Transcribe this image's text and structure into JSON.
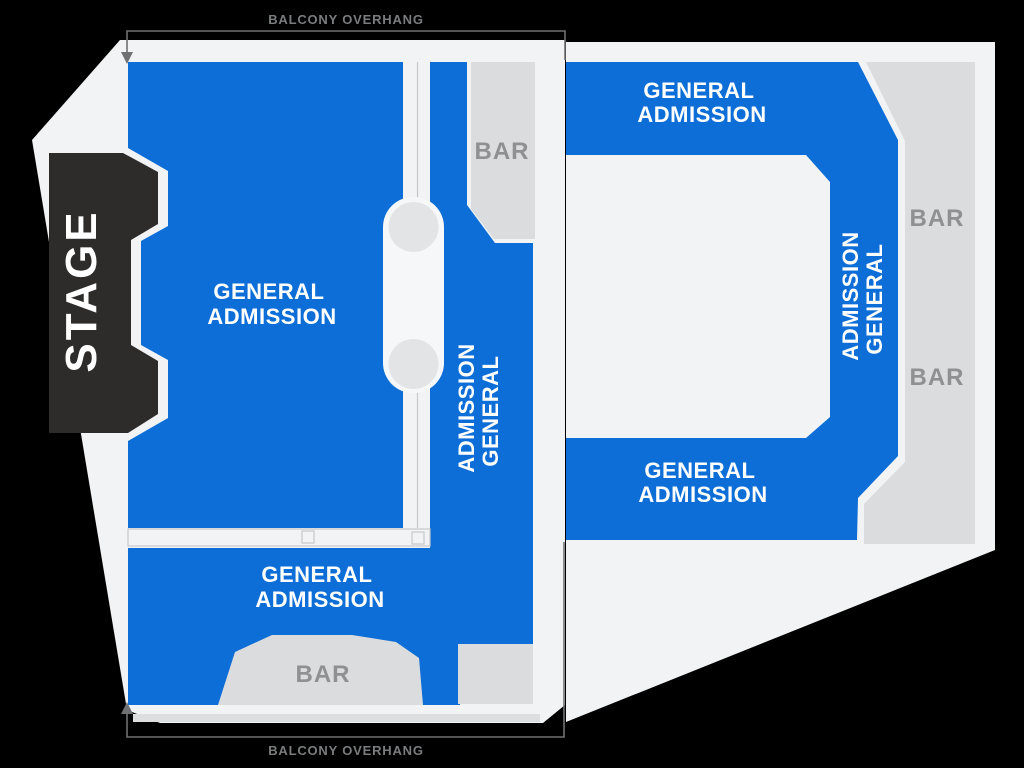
{
  "colors": {
    "background": "#000000",
    "floor": "#f2f3f4",
    "section_blue": "#0d6ed8",
    "bar_gray": "#dbdcdd",
    "stage_black": "#2d2c2b",
    "column_gray": "#e3e4e5",
    "capsule_white": "#f6f7f8",
    "label_white": "#ffffff",
    "bar_label_gray": "#8e9092",
    "annotation_gray": "#7a7c7e",
    "bracket_gray": "#6f7173"
  },
  "stage": {
    "label": "STAGE"
  },
  "sections": {
    "main_floor": {
      "line1": "GENERAL",
      "line2": "ADMISSION"
    },
    "center_strip": {
      "line1": "GENERAL",
      "line2": "ADMISSION"
    },
    "lower_floor": {
      "line1": "GENERAL",
      "line2": "ADMISSION"
    },
    "right_upper": {
      "line1": "GENERAL",
      "line2": "ADMISSION"
    },
    "right_side": {
      "line1": "GENERAL",
      "line2": "ADMISSION"
    },
    "right_lower": {
      "line1": "GENERAL",
      "line2": "ADMISSION"
    }
  },
  "bars": {
    "center": {
      "label": "BAR"
    },
    "right_top": {
      "label": "BAR"
    },
    "right_bottom": {
      "label": "BAR"
    },
    "stage_end": {
      "label": "BAR"
    }
  },
  "annotations": {
    "balcony_top": "BALCONY OVERHANG",
    "balcony_bottom": "BALCONY OVERHANG"
  }
}
